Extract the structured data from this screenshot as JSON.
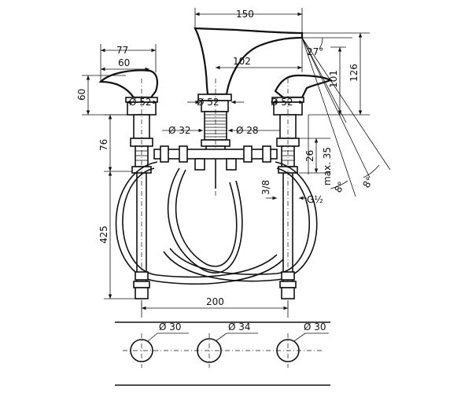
{
  "dimensions": {
    "spout_width": "150",
    "handle_total": "77",
    "handle_short": "60",
    "handle_height": "60",
    "spout_reach": "102",
    "spout_angle": "27°",
    "height_101": "101",
    "height_126": "126",
    "dia_left_base": "Ø 52",
    "dia_center_base": "Ø 52",
    "dia_right_base": "Ø 52",
    "dia_center_shank": "Ø 32",
    "dia_right_shank": "Ø 28",
    "depth_76": "76",
    "depth_26": "26",
    "max_35": "max. 35",
    "thread_3_8": "3/8",
    "thread_g": "G½",
    "angle_left": "8°",
    "angle_right": "8°",
    "hose_length": "425",
    "spacing_200": "200",
    "hole_left": "Ø 30",
    "hole_center": "Ø 34",
    "hole_right": "Ø 30"
  }
}
